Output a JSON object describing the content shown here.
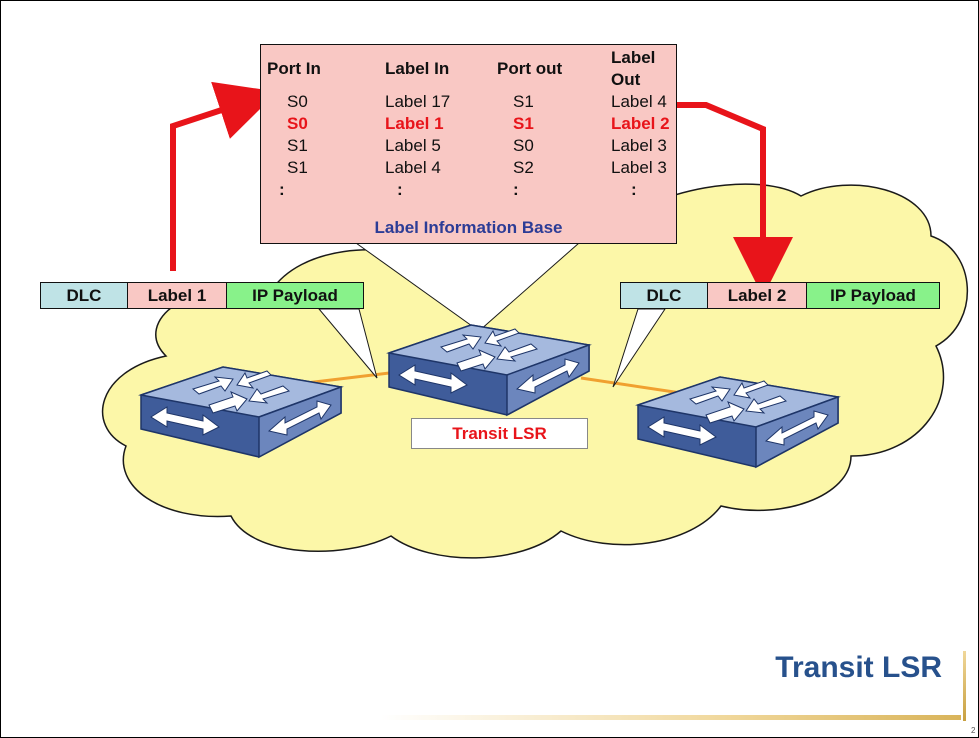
{
  "lib": {
    "headers": [
      "Port In",
      "Label In",
      "Port out",
      "Label Out"
    ],
    "rows": [
      [
        "S0",
        "Label 17",
        "S1",
        "Label 4"
      ],
      [
        "S0",
        "Label 1",
        "S1",
        "Label 2"
      ],
      [
        "S1",
        "Label 5",
        "S0",
        "Label 3"
      ],
      [
        "S1",
        "Label 4",
        "S2",
        "Label 3"
      ],
      [
        ":",
        ":",
        ":",
        ":"
      ]
    ],
    "highlight_row": 1,
    "caption": "Label Information Base"
  },
  "frame_in": {
    "dlc": "DLC",
    "label": "Label 1",
    "payload": "IP Payload"
  },
  "frame_out": {
    "dlc": "DLC",
    "label": "Label 2",
    "payload": "IP Payload"
  },
  "router_tag": "Transit LSR",
  "slide_title": "Transit LSR",
  "page_number": "2",
  "colors": {
    "arrow": "#e8141a",
    "cloud": "#fcf7a8",
    "link": "#f0a030",
    "router_top": "#8ea6d2",
    "router_side": "#3f5c9a",
    "title": "#27518c",
    "label_cell": "#f9c8c4",
    "dlc_cell": "#bfe3e6",
    "payload_cell": "#88f28a"
  }
}
